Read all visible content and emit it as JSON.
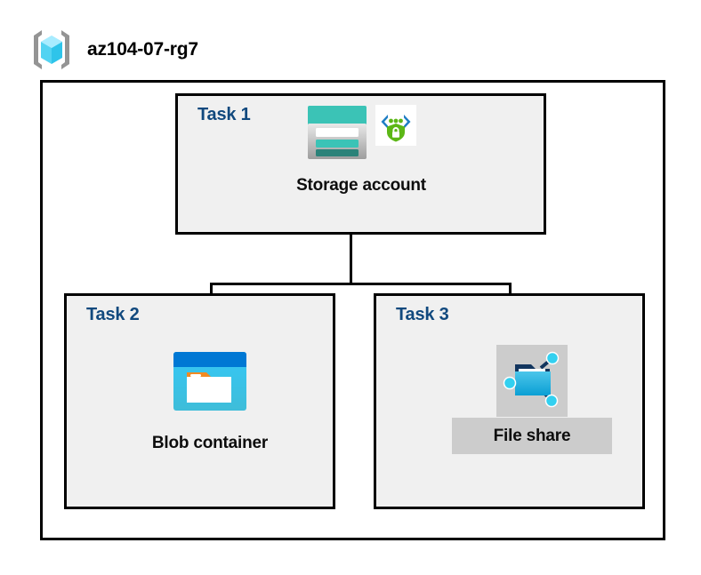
{
  "header": {
    "icon": "resource-group-icon",
    "title": "az104-07-rg7"
  },
  "resource_group": {
    "tasks": [
      {
        "id": "task-1",
        "label": "Task 1",
        "node": {
          "caption": "Storage account",
          "icons": [
            "storage-account-icon",
            "secure-code-shield-icon"
          ],
          "selected": false
        }
      },
      {
        "id": "task-2",
        "label": "Task 2",
        "node": {
          "caption": "Blob container",
          "icons": [
            "blob-container-icon"
          ],
          "selected": false
        }
      },
      {
        "id": "task-3",
        "label": "Task 3",
        "node": {
          "caption": "File share",
          "icons": [
            "file-share-icon"
          ],
          "selected": true
        }
      }
    ]
  },
  "colors": {
    "task_label": "#11497e",
    "box_border": "#000000",
    "box_fill": "#f0f0f0",
    "selection_gray": "#cccccc",
    "storage_teal": "#3bc3b6",
    "storage_teal_dark": "#2b8279",
    "blob_blue": "#0078d4",
    "blob_cyan": "#32c5f4",
    "blob_orange": "#f28a22",
    "shield_green": "#5cb716",
    "bracket_blue": "#1f7ec4",
    "node_cyan": "#32d0f0",
    "cube_cyan": "#89e4fb",
    "bracket_gray": "#949494"
  }
}
